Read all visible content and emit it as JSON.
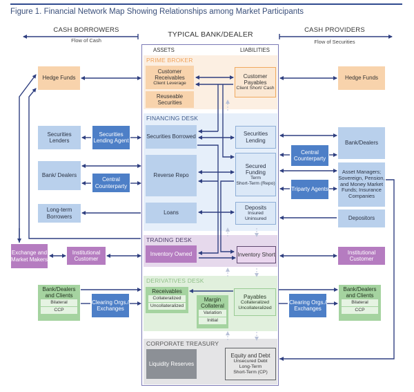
{
  "figure_title": "Figure 1. Financial Network Map Showing Relationships among Market Participants",
  "headers": {
    "left": {
      "title": "CASH BORROWERS",
      "subtitle": "Flow of Cash"
    },
    "center": {
      "title": "TYPICAL BANK/DEALER",
      "assets": "ASSETS",
      "liabilities": "LIABILITIES"
    },
    "right": {
      "title": "CASH PROVIDERS",
      "subtitle": "Flow of Securities"
    }
  },
  "colors": {
    "prime_broker": "#f8d3ac",
    "financing": "#b9d0ec",
    "intermediary": "#4d7fc7",
    "trading": "#b57cc0",
    "derivatives": "#a5d3a0",
    "treasury": "#8c9096",
    "arrow": "#2f3f80"
  },
  "desks": {
    "prime_broker": {
      "label": "PRIME BROKER",
      "customer_receivables": {
        "title": "Customer Receivables",
        "detail": "Client Leverage"
      },
      "reuseable_securities": {
        "title": "Reuseable Securities"
      },
      "customer_payables": {
        "title": "Customer Payables",
        "detail": "Client Short/ Cash"
      }
    },
    "financing": {
      "label": "FINANCING DESK",
      "securities_borrowed": "Securities Borrowed",
      "reverse_repo": "Reverse Repo",
      "loans": "Loans",
      "securities_lending": "Securities Lending",
      "secured_funding": {
        "title": "Secured Funding",
        "detail1": "Term",
        "detail2": "Short-Term (Repo)"
      },
      "deposits": {
        "title": "Deposits",
        "detail1": "Insured",
        "detail2": "Uninsured"
      }
    },
    "trading": {
      "label": "TRADING DESK",
      "inventory_owned": "Inventory Owned",
      "inventory_short": "Inventory Short"
    },
    "derivatives": {
      "label": "DERIVATIVES DESK",
      "receivables": {
        "title": "Receivables",
        "items": [
          "Collateralized",
          "Uncollateralized"
        ]
      },
      "margin": {
        "title": "Margin Collateral",
        "items": [
          "Variation",
          "Initial"
        ]
      },
      "payables": {
        "title": "Payables",
        "detail1": "Collateralized",
        "detail2": "Uncollateralized"
      }
    },
    "treasury": {
      "label": "CORPORATE TREASURY",
      "liquidity": "Liquidity Reserves",
      "equity_debt": {
        "title": "Equity and Debt",
        "detail1": "Unsecured Debt",
        "detail2": "Long-Term",
        "detail3": "Short-Term (CP)"
      }
    }
  },
  "left": {
    "hedge_funds": "Hedge Funds",
    "securities_lenders": "Securities Lenders",
    "securities_lending_agent": "Securities Lending Agent",
    "bank_dealers": "Bank/ Dealers",
    "central_counterparty": "Central Counterparty",
    "long_term_borrowers": "Long-term Borrowers",
    "exchange_market_makers": "Exchange and Market Makers",
    "institutional_customer": "Institutional Customer",
    "bank_dealers_clients": {
      "title": "Bank/Dealers and Clients",
      "items": [
        "Bilateral",
        "CCP"
      ]
    },
    "clearing_orgs": "Clearing Orgs./ Exchanges"
  },
  "right": {
    "hedge_funds": "Hedge Funds",
    "bank_dealers": "Bank/Dealers",
    "central_counterparty": "Central Counterparty",
    "asset_managers": "Asset Managers; Sovereign, Pension, and Money Market Funds; Insurance Companies",
    "triparty_agents": "Triparty Agents",
    "depositors": "Depositors",
    "institutional_customer": "Institutional Customer",
    "clearing_orgs": "Clearing Orgs./ Exchanges",
    "bank_dealers_clients": {
      "title": "Bank/Dealers and Clients",
      "items": [
        "Bilateral",
        "CCP"
      ]
    }
  }
}
